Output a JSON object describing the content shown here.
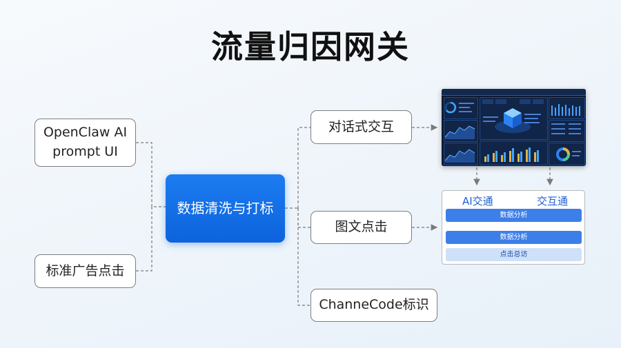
{
  "title": "流量归因网关",
  "left_nodes": [
    {
      "label_line1": "OpenClaw AI",
      "label_line2": "prompt UI"
    },
    {
      "label": "标准广告点击"
    }
  ],
  "center_node": {
    "label": "数据清洗与打标"
  },
  "right_nodes": [
    {
      "label": "对话式交互"
    },
    {
      "label": "图文点击"
    },
    {
      "label": "ChanneCode标识"
    }
  ],
  "result_panel": {
    "headers": [
      "AI交通",
      "交互通"
    ],
    "bars": [
      {
        "label": "数据分析",
        "style": "blue"
      },
      {
        "label": "数据分析",
        "style": "blue"
      },
      {
        "label": "点击总访",
        "style": "light"
      }
    ]
  },
  "colors": {
    "accent": "#0d63dd",
    "connector": "#7a7a7a",
    "bar_blue": "#3d7fe8",
    "bar_light": "#cfe0f9",
    "dashboard_bg": "#0d1a33"
  },
  "icons": {
    "dashboard": "dashboard-image",
    "arrow": "arrowhead"
  }
}
